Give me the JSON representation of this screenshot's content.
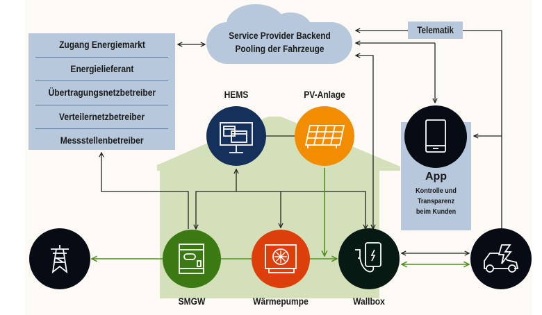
{
  "title": "Energiemanagement Ökosystem Wallbox",
  "colors": {
    "background": "#fdf9f4",
    "house": "#d3e0b9",
    "box_blue": "#b7c8dc",
    "divider": "#5e7fa3",
    "hems": "#15305a",
    "pv": "#f28c00",
    "smgw": "#3b7a12",
    "waermepumpe": "#dd3f0b",
    "wallbox": "#061912",
    "dark_node": "#060b14",
    "green_line": "#4e8f1c",
    "black_line": "#222222"
  },
  "market_stack": {
    "items": [
      {
        "label": "Zugang Energiemarkt"
      },
      {
        "label": "Energielieferant"
      },
      {
        "label": "Übertragungsnetzbetreiber"
      },
      {
        "label": "Verteilernetzbetreiber"
      },
      {
        "label": "Messstellenbetreiber"
      }
    ]
  },
  "cloud": {
    "line1": "Service Provider Backend",
    "line2": "Pooling der Fahrzeuge"
  },
  "telematik": {
    "label": "Telematik"
  },
  "app": {
    "title": "App",
    "subtitle_lines": [
      "Kontrolle und",
      "Transparenz",
      "beim Kunden"
    ],
    "icon": "smartphone-icon"
  },
  "nodes": {
    "hems": {
      "label": "HEMS",
      "icon": "monitor-windows-icon"
    },
    "pv": {
      "label": "PV-Anlage",
      "icon": "solar-panel-icon"
    },
    "smgw": {
      "label": "SMGW",
      "icon": "smart-meter-gateway-icon"
    },
    "waermepumpe": {
      "label": "Wärmepumpe",
      "icon": "heat-pump-fan-icon"
    },
    "wallbox": {
      "label": "Wallbox",
      "icon": "ev-charger-icon"
    },
    "grid": {
      "label": "",
      "icon": "power-pylon-icon"
    },
    "car": {
      "label": "",
      "icon": "electric-car-icon"
    }
  }
}
